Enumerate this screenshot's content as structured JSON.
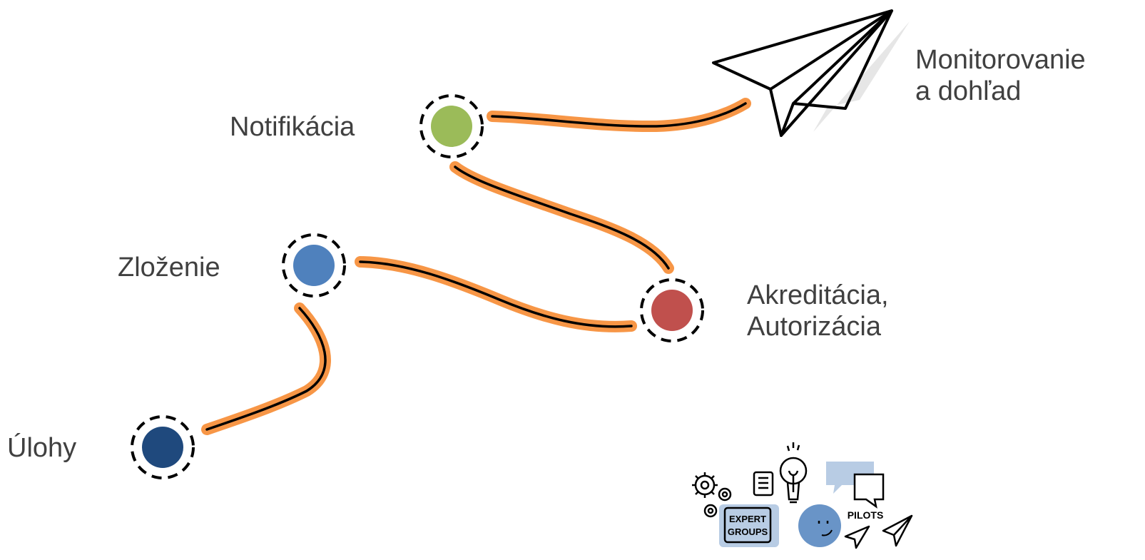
{
  "steps": [
    {
      "label": "Úlohy",
      "color": "#1f497d"
    },
    {
      "label": "Zloženie",
      "color": "#4f81bd"
    },
    {
      "label": "Notifikácia",
      "color": "#9bbb59"
    },
    {
      "label_line1": "Akreditácia,",
      "label_line2": "Autorizácia",
      "color": "#c0504d"
    },
    {
      "label_line1": "Monitorovanie",
      "label_line2": "a dohľad"
    }
  ],
  "path_colors": {
    "highlight": "#f79646",
    "line": "#000000"
  },
  "illustration": {
    "expert_groups_line1": "EXPERT",
    "expert_groups_line2": "GROUPS",
    "pilots": "PILOTS",
    "icons": [
      "gears-icon",
      "document-icon",
      "lightbulb-icon",
      "speech-bubble-icon",
      "smiley-face-icon",
      "paper-plane-icon"
    ]
  }
}
